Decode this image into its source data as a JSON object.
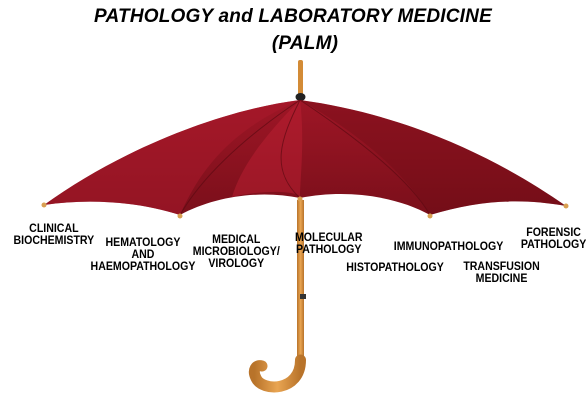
{
  "title": {
    "line1": "PATHOLOGY and LABORATORY MEDICINE",
    "line2": "(PALM)"
  },
  "colors": {
    "canopy": "#8f1420",
    "canopy_light": "#b01a2b",
    "canopy_dark": "#6a0c15",
    "handle": "#d7923f",
    "handle_dark": "#b06f25"
  },
  "labels": [
    {
      "id": "clinical-biochemistry",
      "lines": [
        "CLINICAL",
        "BIOCHEMISTRY"
      ]
    },
    {
      "id": "hematology",
      "lines": [
        "HEMATOLOGY",
        "AND",
        "HAEMOPATHOLOGY"
      ]
    },
    {
      "id": "medical-microbiology",
      "lines": [
        "MEDICAL",
        "MICROBIOLOGY/",
        "VIROLOGY"
      ]
    },
    {
      "id": "molecular-pathology",
      "lines": [
        "MOLECULAR",
        "PATHOLOGY"
      ]
    },
    {
      "id": "histopathology",
      "lines": [
        "HISTOPATHOLOGY"
      ]
    },
    {
      "id": "immunopathology",
      "lines": [
        "IMMUNOPATHOLOGY"
      ]
    },
    {
      "id": "transfusion-medicine",
      "lines": [
        "TRANSFUSION",
        "MEDICINE"
      ]
    },
    {
      "id": "forensic-pathology",
      "lines": [
        "FORENSIC",
        "PATHOLOGY"
      ]
    }
  ]
}
